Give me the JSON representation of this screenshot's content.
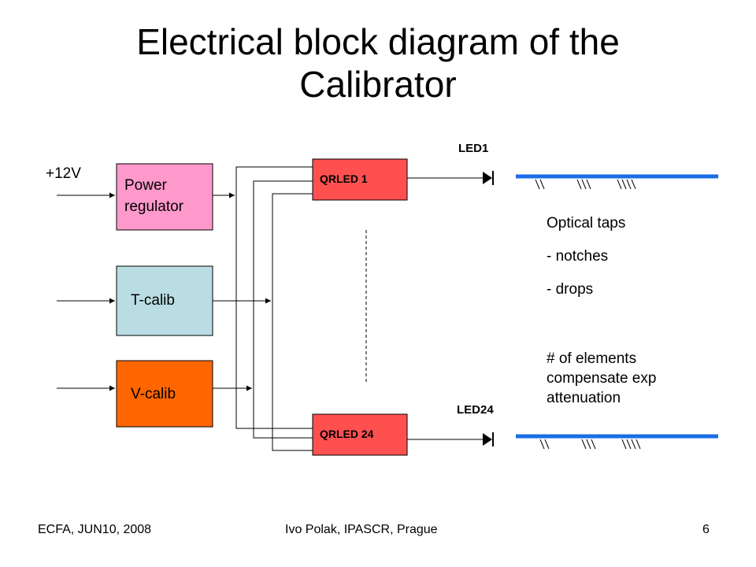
{
  "slide": {
    "title_line1": "Electrical block diagram of the",
    "title_line2": "Calibrator"
  },
  "diagram": {
    "input_voltage": "+12V",
    "blocks": {
      "power_regulator": {
        "line1": "Power",
        "line2": "regulator",
        "color": "#ff99cc"
      },
      "t_calib": {
        "label": "T-calib",
        "color": "#b9dde3"
      },
      "v_calib": {
        "label": "V-calib",
        "color": "#ff6600"
      },
      "qrled_1": {
        "label": "QRLED 1",
        "color": "#ff5050"
      },
      "qrled_24": {
        "label": "QRLED 24",
        "color": "#ff5050"
      }
    },
    "leds": {
      "top": "LED1",
      "bottom": "LED24"
    },
    "fiber_color": "#1a6ee6",
    "notes": {
      "taps_title": "Optical taps",
      "taps_item1": "- notches",
      "taps_item2": "- drops",
      "elements_line1": "# of elements",
      "elements_line2": "compensate exp",
      "elements_line3": "attenuation"
    }
  },
  "footer": {
    "left": "ECFA, JUN10, 2008",
    "center": "Ivo Polak, IPASCR, Prague",
    "page_number": "6"
  }
}
